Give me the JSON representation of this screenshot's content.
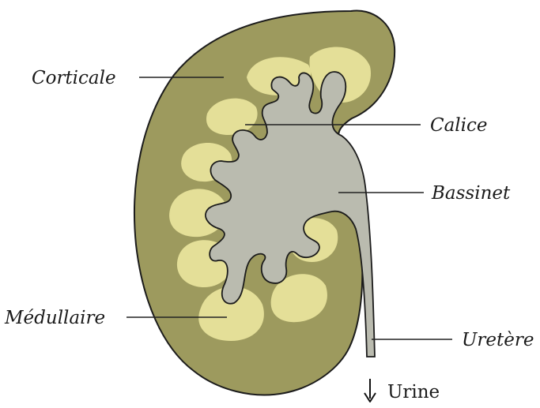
{
  "labels": {
    "cortex": "Corticale",
    "calyx": "Calice",
    "pelvis": "Bassinet",
    "medulla": "Médullaire",
    "ureter": "Uretère",
    "urine": "Urine"
  },
  "colors": {
    "cortex": "#9d9a5e",
    "medulla": "#e4df98",
    "pelvis": "#babbaf",
    "outline": "#1b1b1b"
  },
  "icons": {
    "flow": "arrow-down-icon"
  }
}
